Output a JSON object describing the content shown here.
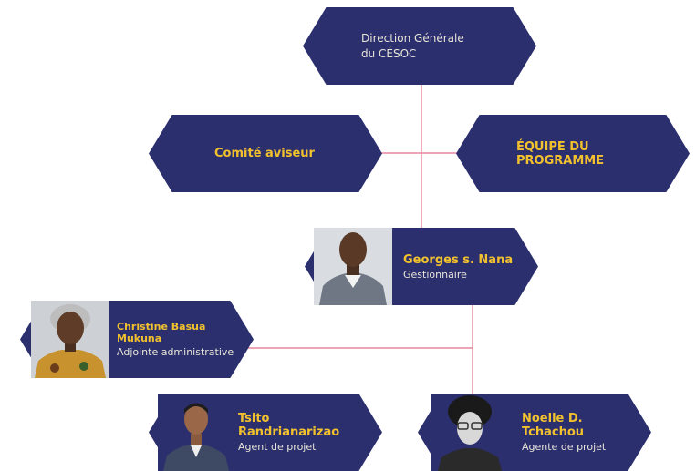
{
  "colors": {
    "navy": "#2b2f6e",
    "accent_text": "#f2c12e",
    "line": "#e8869f"
  },
  "nodes": {
    "direction": {
      "line1": "Direction Générale",
      "line2": "du CÉSOC"
    },
    "comite": {
      "label": "Comité aviseur"
    },
    "equipe": {
      "label": "ÉQUIPE DU PROGRAMME"
    },
    "nana": {
      "name": "Georges s. Nana",
      "role": "Gestionnaire"
    },
    "christine": {
      "name": "Christine Basua Mukuna",
      "role": "Adjointe administrative"
    },
    "tsito": {
      "name": "Tsito Randrianarizao",
      "role": "Agent de projet"
    },
    "noelle": {
      "name_line1": "Noelle D.",
      "name_line2": "Tchachou",
      "role": "Agente de projet"
    }
  }
}
